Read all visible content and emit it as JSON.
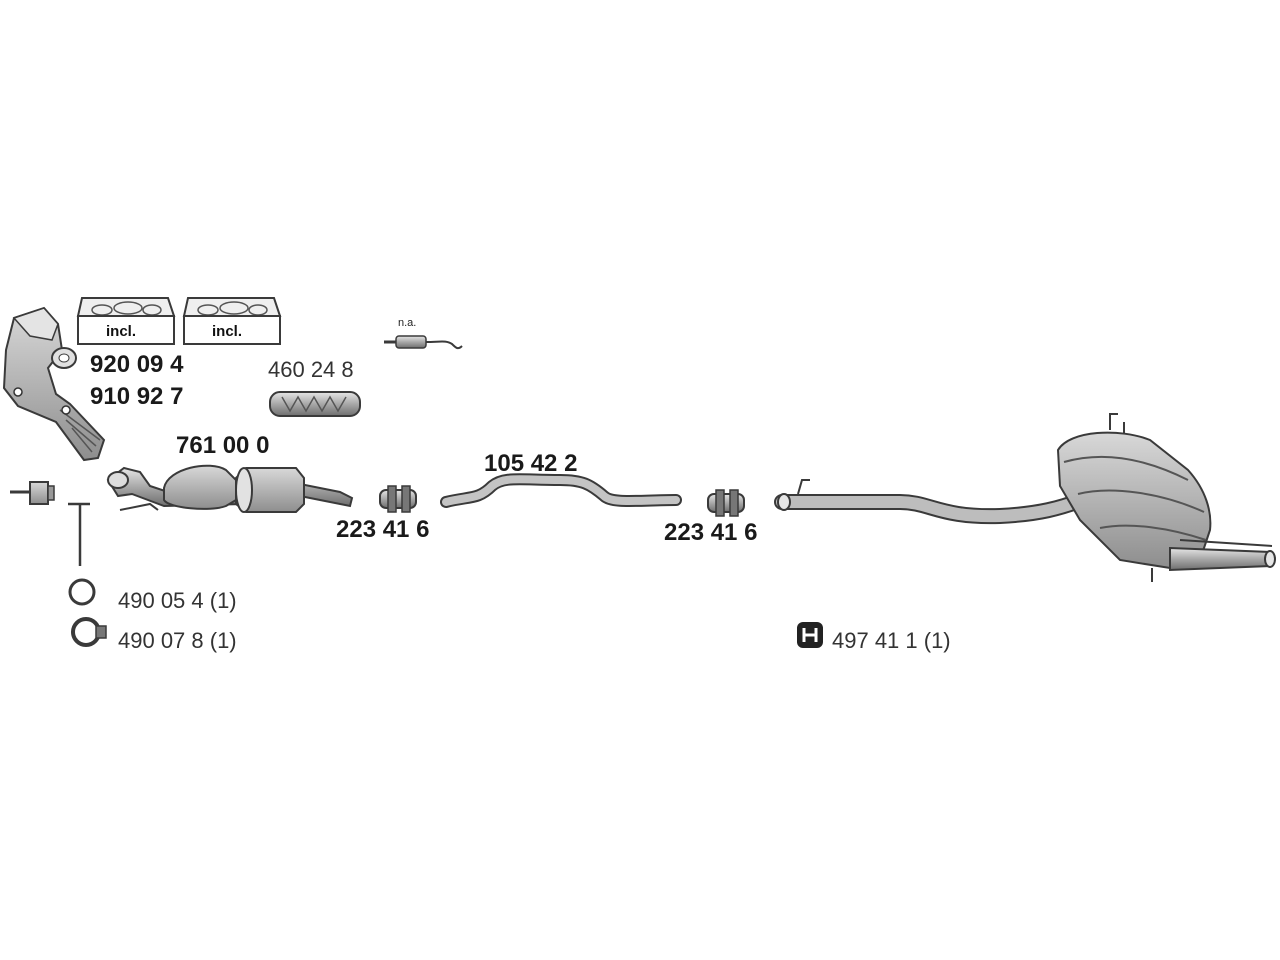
{
  "parts": {
    "manifold_cat_a": "920 09 4",
    "manifold_cat_b": "910 92 7",
    "flex_pipe": "460 24 8",
    "front_cat": "761 00 0",
    "clamp_front": "223 41 6",
    "middle_pipe": "105 42 2",
    "clamp_rear": "223 41 6",
    "ring_gasket": "490 05 4 (1)",
    "clamp_ring": "490 07 8 (1)",
    "rubber_mount": "497 41 1 (1)"
  },
  "notes": {
    "incl_1": "incl.",
    "incl_2": "incl.",
    "not_available": "n.a."
  },
  "colors": {
    "part_fill": "#c8c8c8",
    "part_dark": "#8a8a8a",
    "outline": "#3a3a3a"
  }
}
